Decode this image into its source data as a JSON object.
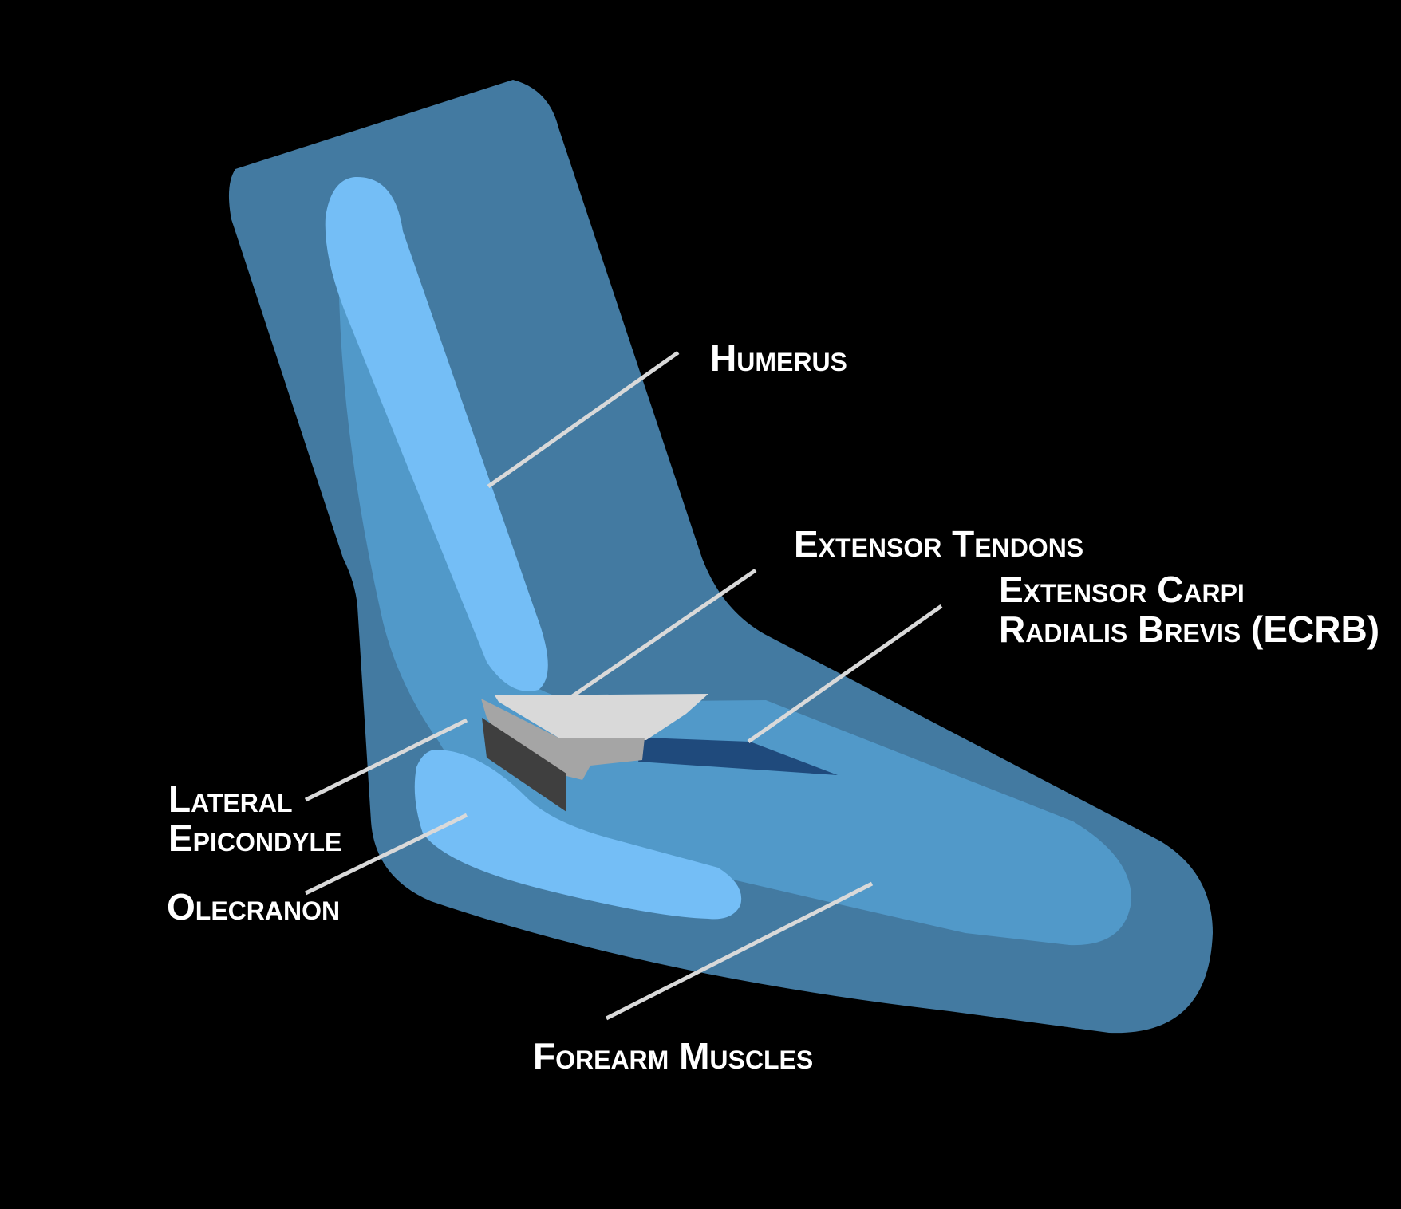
{
  "colors": {
    "background": "#000000",
    "arm_outline": "#437aa1",
    "soft_tissue": "#5199c9",
    "bone": "#74bef6",
    "tendon_light": "#d9d9d9",
    "tendon_mid": "#a5a5a5",
    "tendon_dark": "#3f3f3f",
    "ecrb": "#1f4a7c",
    "label_text": "#ffffff",
    "leader_line": "#d9d9d9"
  },
  "labels": {
    "humerus": "Humerus",
    "extensor_tendons": "Extensor Tendons",
    "ecrb_line1": "Extensor Carpi",
    "ecrb_line2": "Radialis Brevis (ECRB)",
    "lateral_epicondyle_line1": "Lateral",
    "lateral_epicondyle_line2": "Epicondyle",
    "olecranon": "Olecranon",
    "forearm_muscles": "Forearm Muscles"
  }
}
